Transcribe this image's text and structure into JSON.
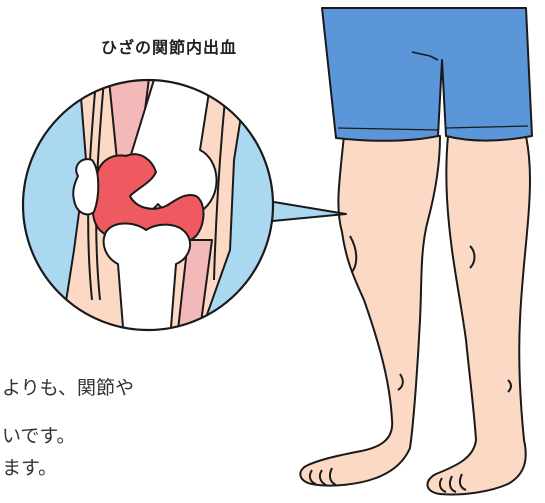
{
  "figure": {
    "title": "ひざの関節内出血",
    "body_text": {
      "line1": "よりも、関節や",
      "line2": "いです。",
      "line3": "ます。"
    },
    "colors": {
      "shorts": "#5b97d8",
      "skin": "#fbd9c4",
      "inset_background": "#a9d8f0",
      "bleeding": "#ee5a5f",
      "bone": "#ffffff",
      "outline": "#1a1a1a"
    }
  }
}
